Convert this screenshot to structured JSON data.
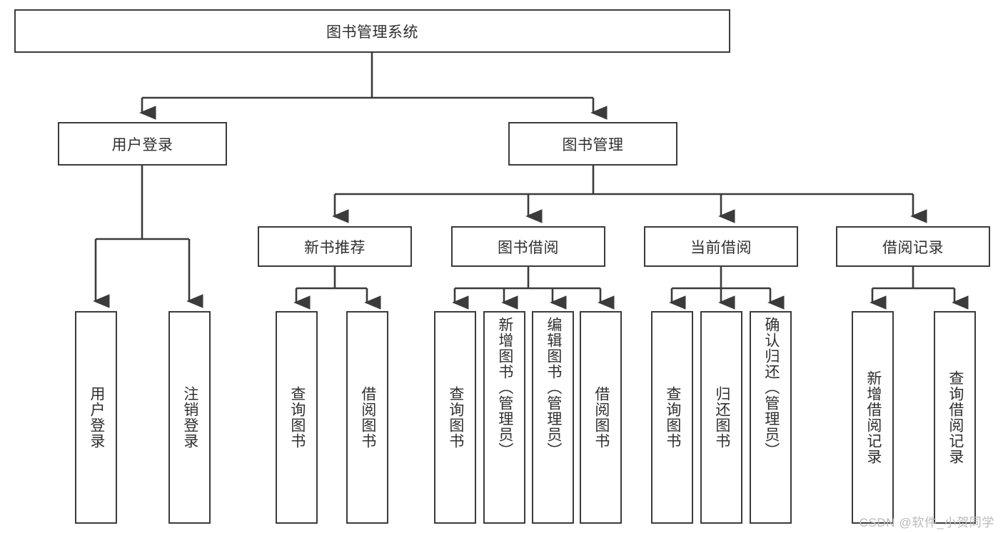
{
  "diagram": {
    "title": "图书管理系统",
    "root": {
      "label": "图书管理系统"
    },
    "level1": [
      {
        "label": "用户登录"
      },
      {
        "label": "图书管理"
      }
    ],
    "level2": [
      {
        "label": "新书推荐"
      },
      {
        "label": "图书借阅"
      },
      {
        "label": "当前借阅"
      },
      {
        "label": "借阅记录"
      }
    ],
    "leaves": {
      "user_login": [
        {
          "label": "用户登录"
        },
        {
          "label": "注销登录"
        }
      ],
      "new_book_recommend": [
        {
          "label": "查询图书"
        },
        {
          "label": "借阅图书"
        }
      ],
      "book_borrow": [
        {
          "label": "查询图书"
        },
        {
          "label": "新增图书（管理员）"
        },
        {
          "label": "编辑图书（管理员）"
        },
        {
          "label": "借阅图书"
        }
      ],
      "current_borrow": [
        {
          "label": "查询图书"
        },
        {
          "label": "归还图书"
        },
        {
          "label": "确认归还（管理员）"
        }
      ],
      "borrow_record": [
        {
          "label": "新增借阅记录"
        },
        {
          "label": "查询借阅记录"
        }
      ]
    }
  },
  "watermark": {
    "text": "CSDN @软件_小贺同学"
  },
  "colors": {
    "border": "#3b3b3b",
    "text": "#2f2f2f",
    "background": "#ffffff",
    "watermark": "#b9b9b9"
  }
}
